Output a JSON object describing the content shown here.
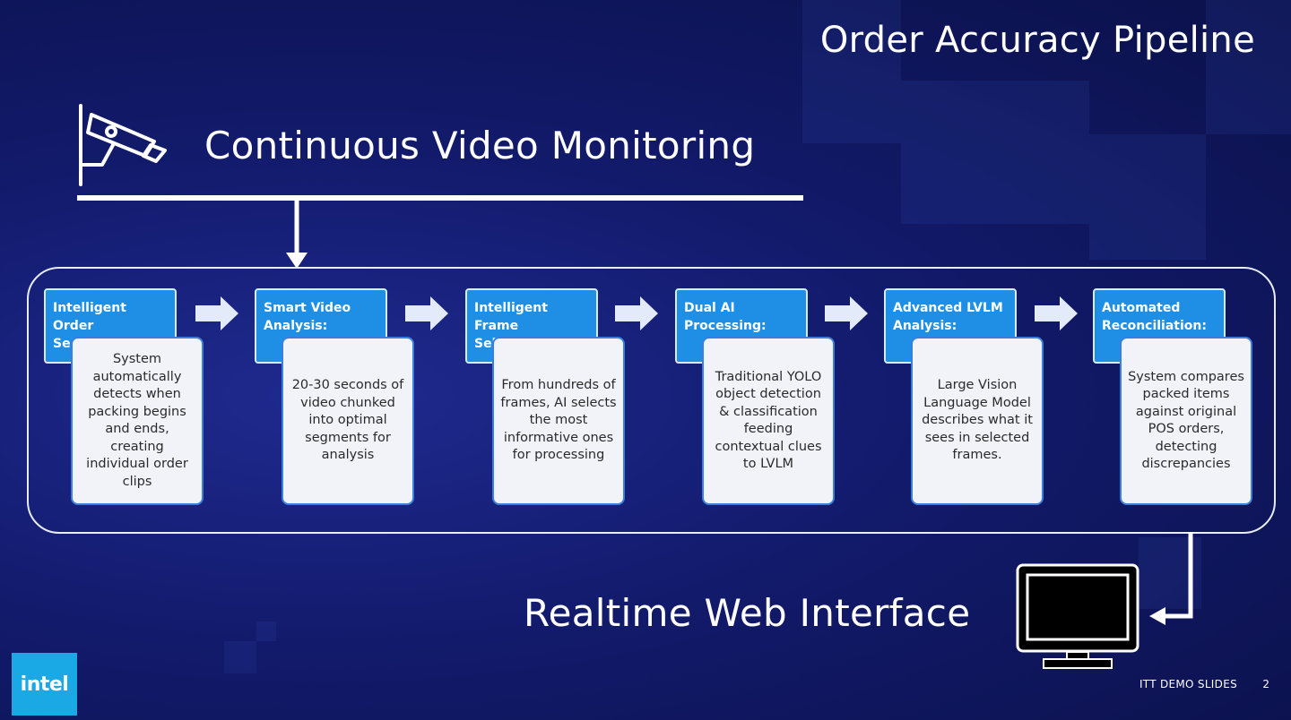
{
  "title": "Order Accuracy Pipeline",
  "monitoring_title": "Continuous Video Monitoring",
  "web_title": "Realtime Web Interface",
  "stages": [
    {
      "title": "Intelligent Order Segmentation:",
      "body": "System automatically detects when packing begins and ends, creating individual order clips"
    },
    {
      "title": "Smart Video Analysis:",
      "body": "20-30 seconds of video chunked into optimal segments for analysis"
    },
    {
      "title": "Intelligent Frame Selection:",
      "body": "From hundreds of frames, AI selects the most informative ones for processing"
    },
    {
      "title": "Dual AI Processing:",
      "body": "Traditional YOLO object detection & classification feeding contextual clues to LVLM"
    },
    {
      "title": "Advanced LVLM Analysis:",
      "body": "Large Vision Language Model describes what it sees in selected frames."
    },
    {
      "title": "Automated Reconciliation:",
      "body": "System compares packed items against original POS orders, detecting discrepancies"
    }
  ],
  "footer": {
    "logo": "intel",
    "label": "ITT DEMO SLIDES",
    "page": "2"
  },
  "icons": {
    "camera": "security-camera-icon",
    "monitor": "monitor-icon",
    "arrow": "right-arrow-icon"
  },
  "colors": {
    "background": "#121a6b",
    "stage_header": "#1f8fe6",
    "stage_body": "#f2f3f8",
    "logo": "#1ba9e6"
  }
}
